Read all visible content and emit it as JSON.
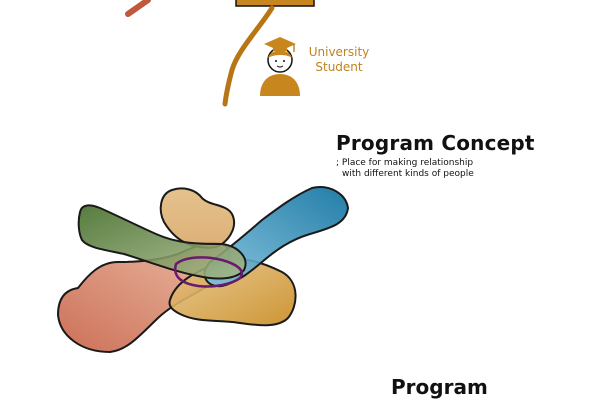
{
  "student": {
    "label_line1": "University",
    "label_line2": "Student",
    "icon": "graduate-student-icon"
  },
  "concept": {
    "title": "Program Concept",
    "subtitle_line1": "; Place for making relationship",
    "subtitle_line2": "with different kinds of people"
  },
  "next_section": {
    "title": "Program"
  },
  "colors": {
    "accent_orange": "#c0831e",
    "signboard": "#c8861f",
    "shape_green": "#4f6e2e",
    "shape_blue": "#1b80a8",
    "shape_sand": "#d8a560",
    "shape_red": "#c86a4a",
    "shape_gold": "#d49a35",
    "overlap_outline": "#6a1a6e"
  }
}
